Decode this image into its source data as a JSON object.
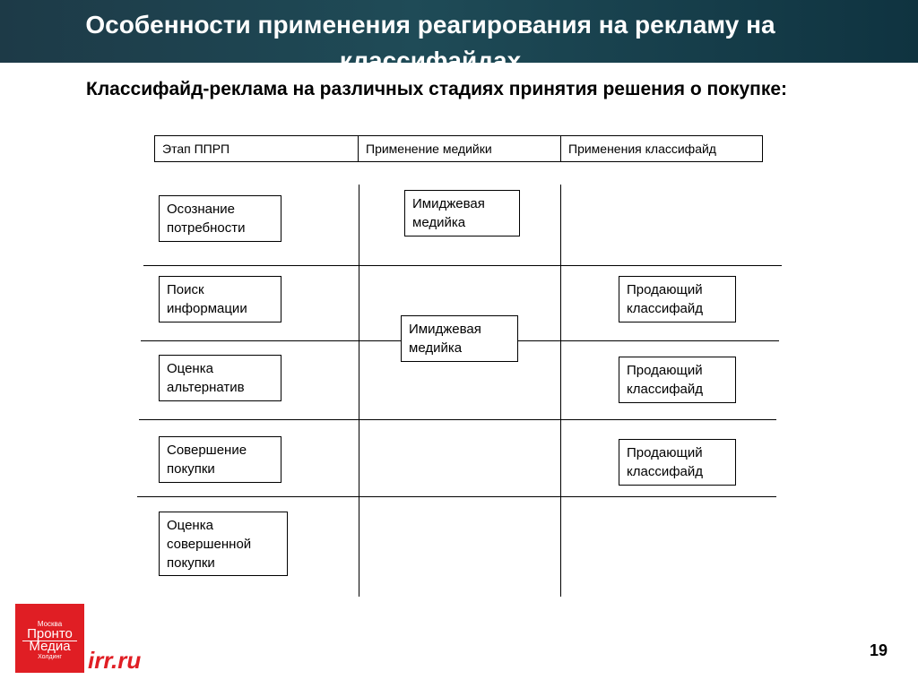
{
  "slide": {
    "title": "Особенности применения реагирования на рекламу на классифайдах",
    "subtitle": "Классифайд-реклама на различных стадиях принятия решения о покупке:",
    "page_number": "19"
  },
  "table": {
    "headers": [
      "Этап ППРП",
      "Применение медийки",
      "Применения классифайд"
    ],
    "stages": [
      "Осознание\nпотребности",
      "Поиск\nинформации",
      "Оценка\nальтернатив",
      "Совершение\nпокупки",
      "Оценка\nсовершенной\nпокупки"
    ],
    "media": [
      "Имиджевая\nмедийка",
      "Имиджевая\nмедийка"
    ],
    "classifieds": [
      "Продающий\nклассифайд",
      "Продающий\nклассифайд",
      "Продающий\nклассифайд"
    ]
  },
  "footer": {
    "logo": {
      "line1": "Москва",
      "line2": "Пронто",
      "line3": "Медиа",
      "line4": "Холдинг",
      "color": "#e01e24"
    },
    "site": "irr.ru"
  }
}
